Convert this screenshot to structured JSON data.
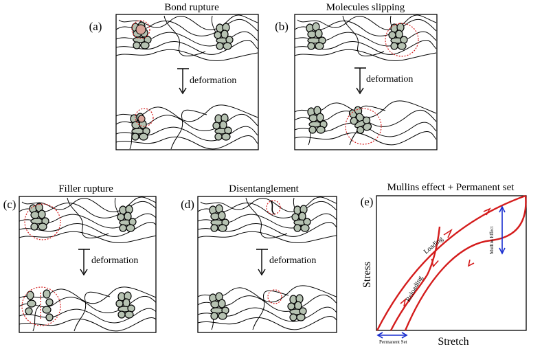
{
  "panels": [
    {
      "id": "a",
      "label": "(a)",
      "title": "Bond rupture",
      "arrow_text": "deformation"
    },
    {
      "id": "b",
      "label": "(b)",
      "title": "Molecules slipping",
      "arrow_text": "deformation"
    },
    {
      "id": "c",
      "label": "(c)",
      "title": "Filler rupture",
      "arrow_text": "deformation"
    },
    {
      "id": "d",
      "label": "(d)",
      "title": "Disentanglement",
      "arrow_text": "deformation"
    }
  ],
  "graph": {
    "label": "(e)",
    "title": "Mullins effect + Permanent set",
    "ylabel": "Stress",
    "xlabel": "Stretch",
    "loading": "Loading",
    "reloading": "Reloading",
    "mullins": "Mullins Effect",
    "permanent_set": "Permanent Set"
  },
  "colors": {
    "curve": "#d41c1c",
    "highlight": "#d41c1c",
    "bracket": "#1a2fd0",
    "filler": "#b6c2b2"
  }
}
